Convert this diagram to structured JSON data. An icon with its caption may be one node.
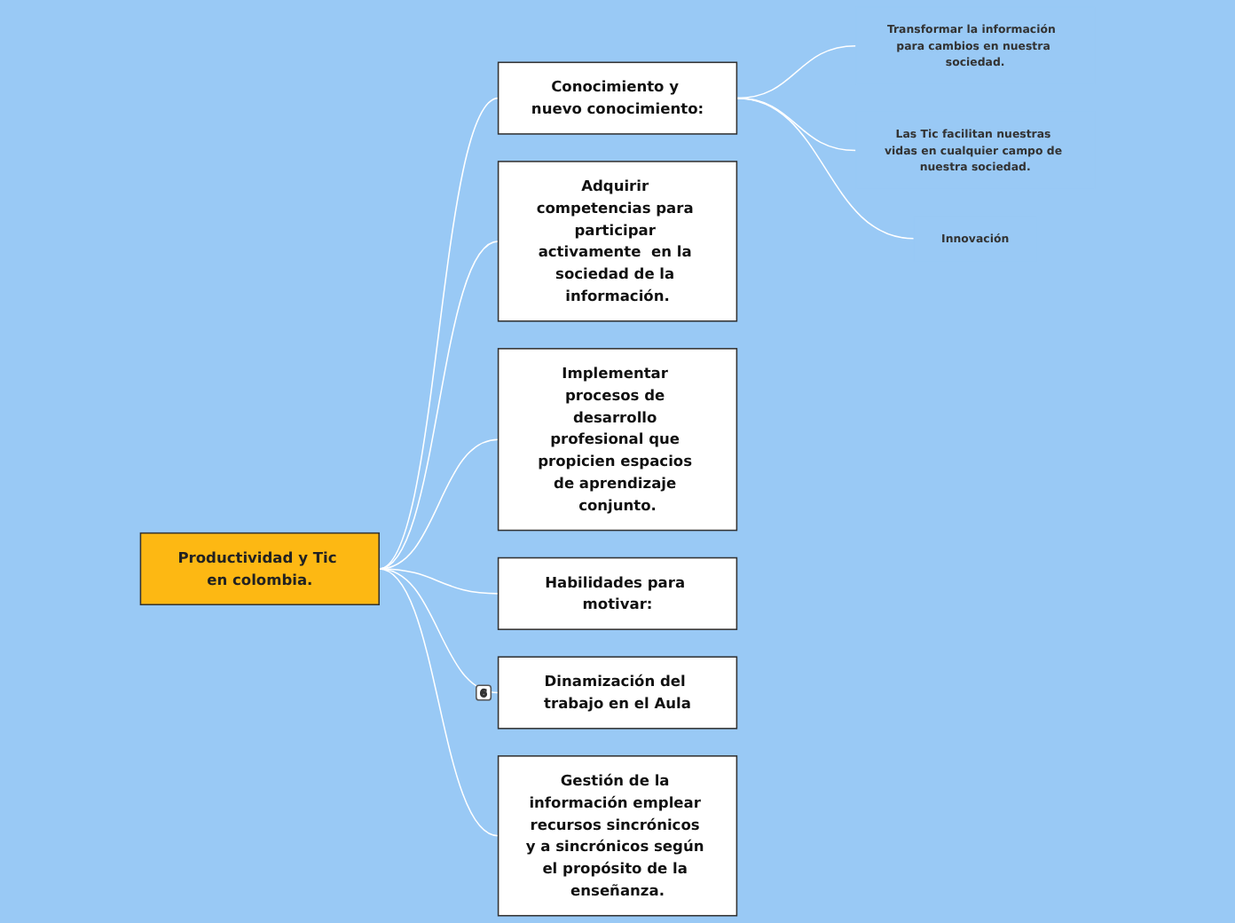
{
  "diagram": {
    "nodes": [
      {
        "text": [
          "Productividad y Tic en colombia."
        ]
      },
      {
        "text": [
          "Adquirir competencias para participar activamente  en la sociedad de la información."
        ]
      },
      {
        "text": [
          "Implementar procesos de desarrollo profesional que propicien espacios de aprendizaje conjunto."
        ]
      },
      {
        "text": [
          "Habilidades para motivar:"
        ]
      },
      {
        "text": [
          "Conocimiento y nuevo conocimiento:"
        ]
      },
      {
        "text": [
          "Dinamización del trabajo en el Aula"
        ],
        "beside": [
          "6"
        ]
      },
      {
        "text": [
          "Gestión de la información emplear recursos sincrónicos y a sincrónicos según el propósito de la enseñanza."
        ]
      },
      {
        "text": [
          "Transformar la información  para cambios en nuestra sociedad."
        ]
      },
      {
        "text": [
          "Las Tic facilitan nuestras vidas en cualquier campo de nuestra sociedad."
        ]
      },
      {
        "text": [
          "Innovación"
        ]
      }
    ],
    "edges": [
      {
        "from": 0,
        "to": 1,
        "arrow": "none"
      },
      {
        "from": 0,
        "to": 2,
        "arrow": "none"
      },
      {
        "from": 0,
        "to": 3,
        "arrow": "none"
      },
      {
        "from": 0,
        "to": 4,
        "arrow": "none"
      },
      {
        "from": 0,
        "to": 5,
        "arrow": "none"
      },
      {
        "from": 0,
        "to": 6,
        "arrow": "none"
      },
      {
        "from": 4,
        "to": 7,
        "arrow": "none"
      },
      {
        "from": 4,
        "to": 8,
        "arrow": "none"
      },
      {
        "from": 4,
        "to": 9,
        "arrow": "none"
      }
    ]
  }
}
